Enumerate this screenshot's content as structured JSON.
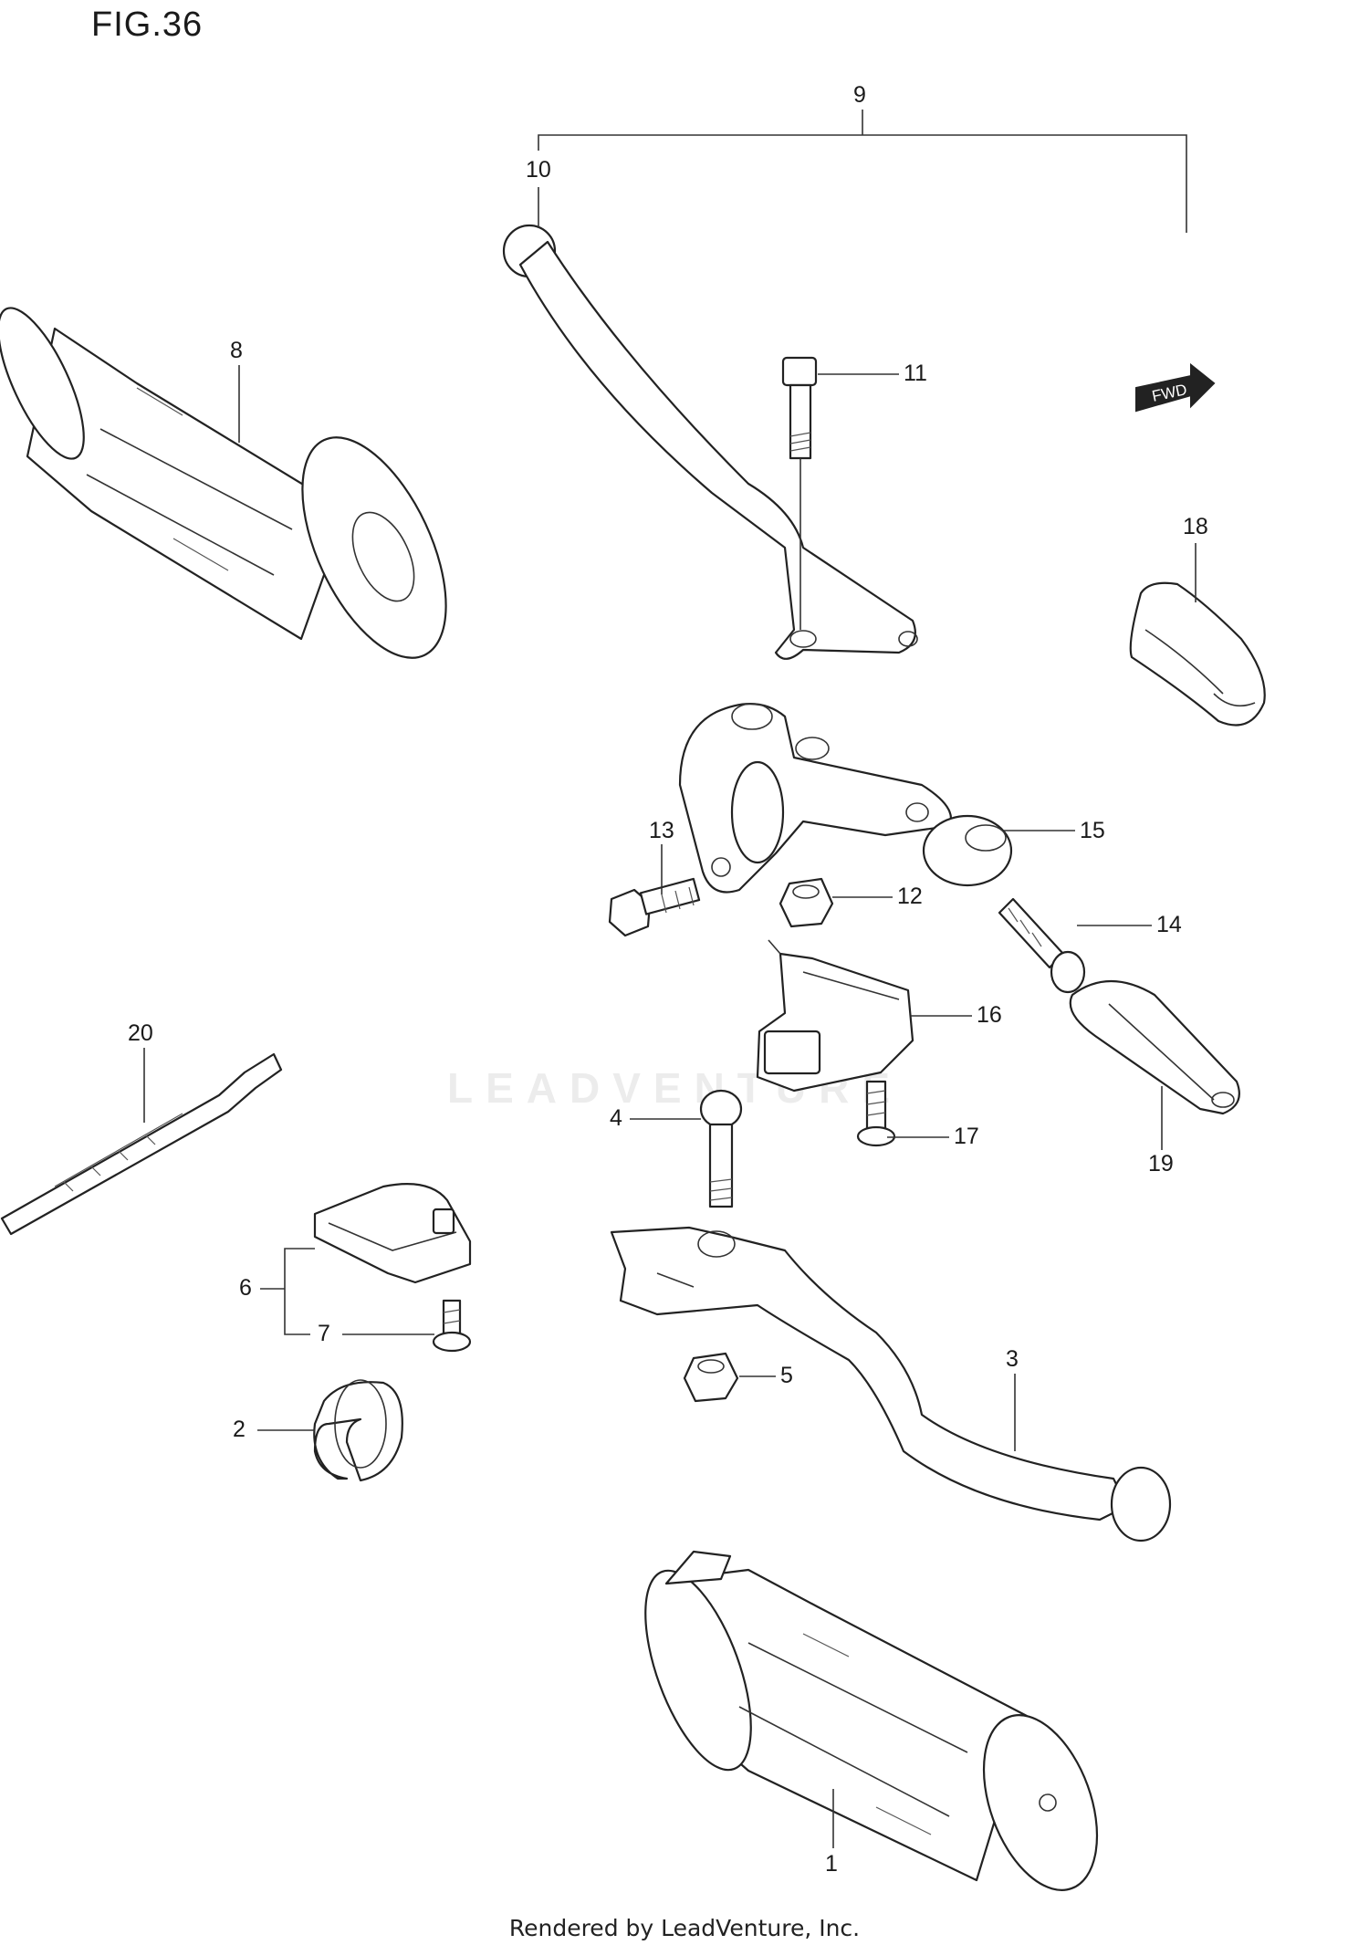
{
  "figure": {
    "title": "FIG.36"
  },
  "watermark": {
    "text": "LEADVENTURE"
  },
  "footer": {
    "text": "Rendered by LeadVenture, Inc."
  },
  "fwd_badge": {
    "text": "FWD"
  },
  "callouts": {
    "c1": "1",
    "c2": "2",
    "c3": "3",
    "c4": "4",
    "c5": "5",
    "c6": "6",
    "c7": "7",
    "c8": "8",
    "c9": "9",
    "c10": "10",
    "c11": "11",
    "c12": "12",
    "c13": "13",
    "c14": "14",
    "c15": "15",
    "c16": "16",
    "c17": "17",
    "c18": "18",
    "c19": "19",
    "c20": "20"
  }
}
